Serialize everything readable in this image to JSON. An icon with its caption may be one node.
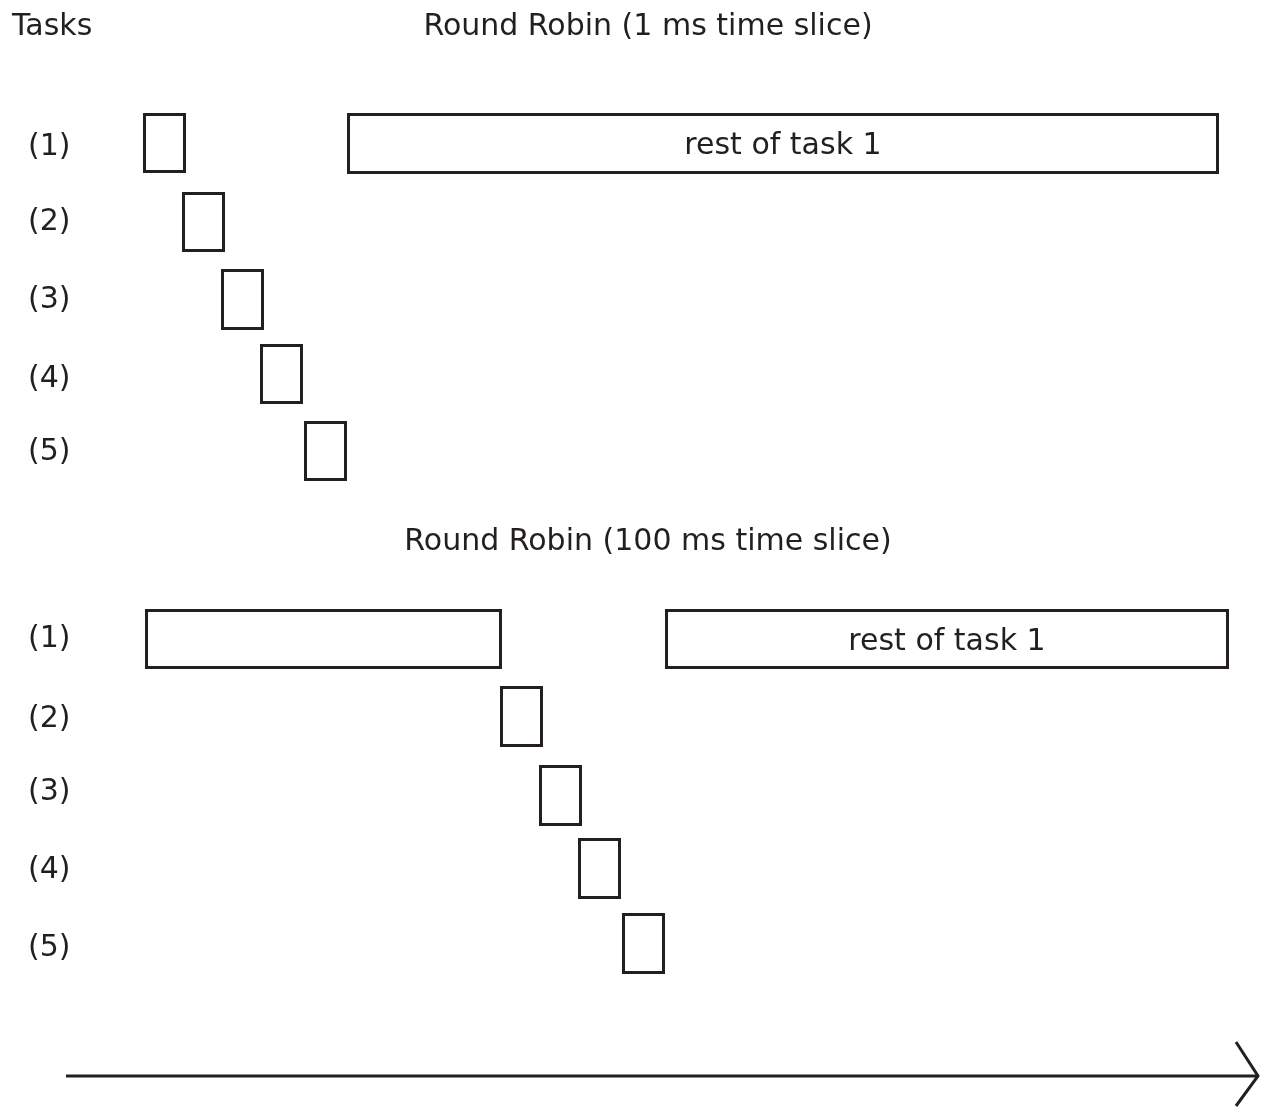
{
  "diagram": {
    "nodes": [
      {
        "text": [],
        "shape": "box"
      },
      {
        "text": [
          "rest of task 1"
        ]
      },
      {
        "text": [],
        "shape": "box"
      },
      {
        "text": [],
        "shape": "box"
      },
      {
        "text": [],
        "shape": "box"
      },
      {
        "text": [],
        "shape": "box"
      },
      {
        "text": [],
        "shape": "box"
      },
      {
        "text": [
          "rest of task 1"
        ]
      },
      {
        "text": [],
        "shape": "box"
      },
      {
        "text": [],
        "shape": "box"
      },
      {
        "text": [],
        "shape": "box"
      },
      {
        "text": [],
        "shape": "box"
      }
    ],
    "labels": [
      "Tasks",
      "Round Robin (1 ms time slice)",
      "(1)",
      "(2)",
      "(3)",
      "(4)",
      "(5)",
      "Round Robin (100 ms time slice)",
      "(1)",
      "(2)",
      "(3)",
      "(4)",
      "(5)"
    ]
  }
}
